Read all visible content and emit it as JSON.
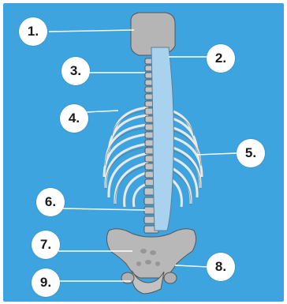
{
  "callouts": [
    {
      "label": "1."
    },
    {
      "label": "2."
    },
    {
      "label": "3."
    },
    {
      "label": "4."
    },
    {
      "label": "5."
    },
    {
      "label": "6."
    },
    {
      "label": "7."
    },
    {
      "label": "8."
    },
    {
      "label": "9."
    }
  ],
  "colors": {
    "background": "#3ea4df",
    "bone": "#b5b5b5",
    "bone_outline": "#555555",
    "spinal_cord": "#a9d2ee",
    "leader_line": "#ffffff"
  }
}
